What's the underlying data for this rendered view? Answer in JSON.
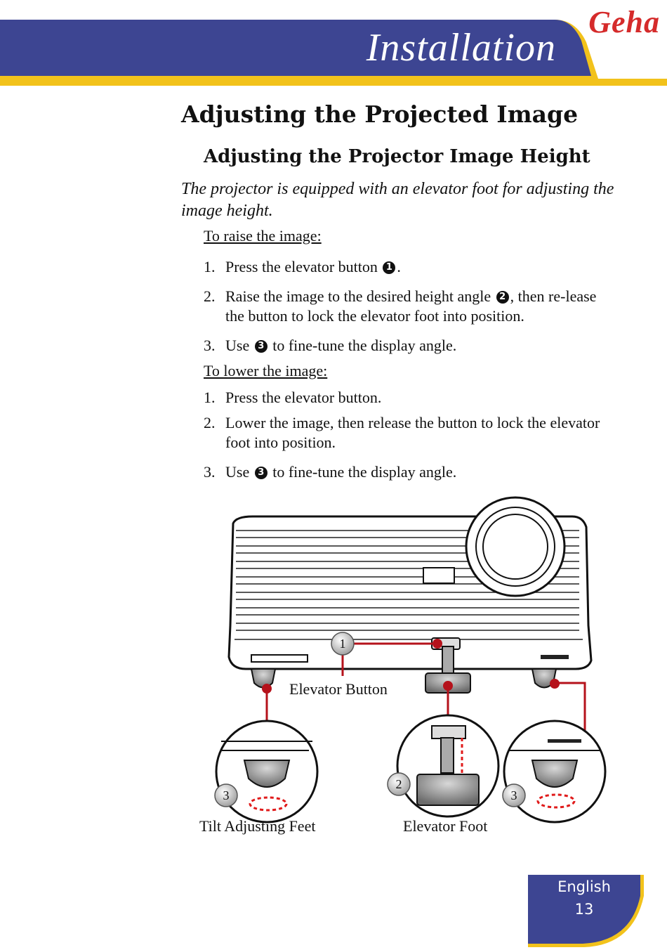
{
  "header": {
    "title": "Installation",
    "brand": "Geha",
    "band_color": "#3d4592",
    "accent_color": "#f2c21b"
  },
  "section_title": "Adjusting the Projected Image",
  "subsection_title": "Adjusting the Projector Image Height",
  "intro": "The projector is equipped with an elevator foot for adjusting the image height.",
  "raise": {
    "heading": "To raise the image:",
    "steps": [
      {
        "num": "1.",
        "pre": "Press the elevator button",
        "badge": "1",
        "post": "."
      },
      {
        "num": "2.",
        "pre": "Raise the image to the desired height angle",
        "badge": "2",
        "post": ", then re-lease the button to lock the elevator foot into position."
      },
      {
        "num": "3.",
        "pre": "Use",
        "badge": "3",
        "post": "to fine-tune the display angle."
      }
    ]
  },
  "lower": {
    "heading": "To lower the image:",
    "steps": [
      {
        "num": "1.",
        "text": "Press the elevator button."
      },
      {
        "num": "2.",
        "text": "Lower the image, then release the button to lock the elevator foot into position."
      },
      {
        "num": "3.",
        "pre": "Use",
        "badge": "3",
        "post": "to fine-tune the display angle."
      }
    ]
  },
  "figure": {
    "callout_1": "1",
    "callout_2": "2",
    "callout_3a": "3",
    "callout_3b": "3",
    "label_elevator_button": "Elevator Button",
    "label_tilt_feet": "Tilt Adjusting Feet",
    "label_elevator_foot": "Elevator Foot",
    "line_color": "#b5121b",
    "arrow_color": "#e01b1b"
  },
  "footer": {
    "language": "English",
    "page_number": "13",
    "tab_color": "#3d4592"
  }
}
